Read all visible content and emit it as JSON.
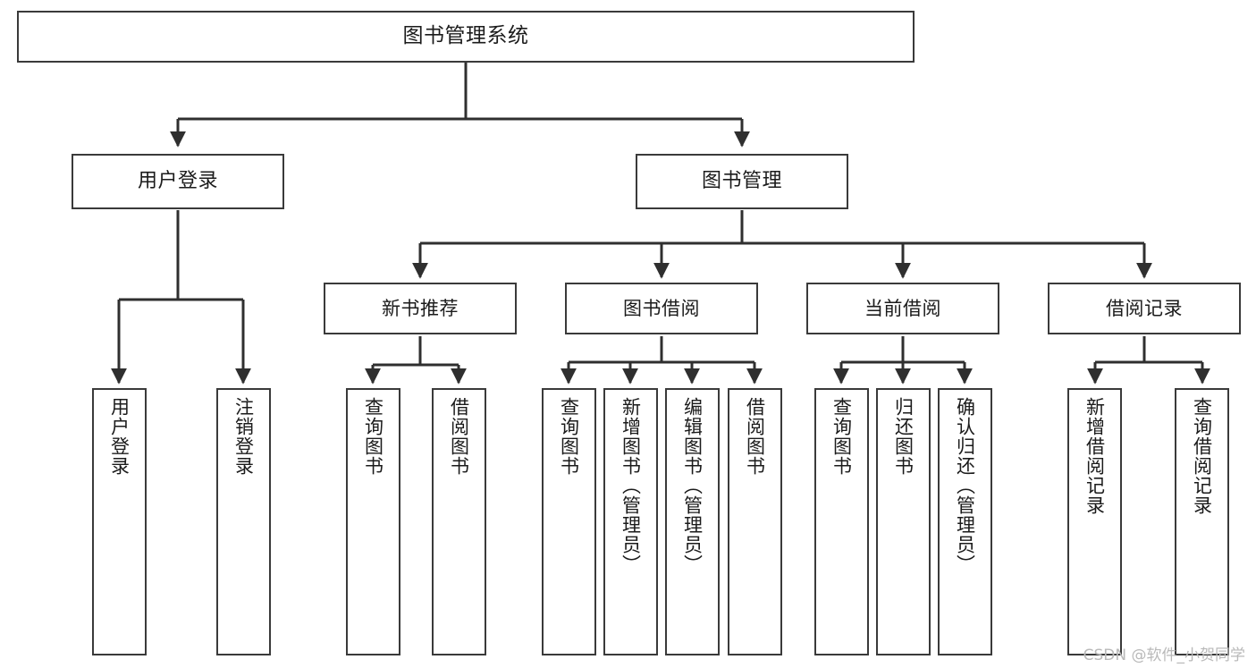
{
  "diagram": {
    "title": "图书管理系统",
    "type": "tree-hierarchy-diagram",
    "colors": {
      "box_border": "#3a3a3a",
      "box_fill": "#ffffff",
      "connector": "#2f2f2f",
      "text": "#1b1b1b",
      "watermark": "#b9b9b9",
      "background": "#ffffff"
    },
    "watermark": "CSDN @软件_小贺同学",
    "nodes": {
      "root": {
        "label": "图书管理系统"
      },
      "level1": [
        {
          "label": "用户登录"
        },
        {
          "label": "图书管理"
        }
      ],
      "level2": [
        {
          "label": "新书推荐"
        },
        {
          "label": "图书借阅"
        },
        {
          "label": "当前借阅"
        },
        {
          "label": "借阅记录"
        }
      ],
      "leaves": {
        "user_login": [
          {
            "label": "用户登录"
          },
          {
            "label": "注销登录"
          }
        ],
        "new_book_recommend": [
          {
            "label": "查询图书"
          },
          {
            "label": "借阅图书"
          }
        ],
        "book_borrow": [
          {
            "label": "查询图书"
          },
          {
            "label": "新增图书（管理员）"
          },
          {
            "label": "编辑图书（管理员）"
          },
          {
            "label": "借阅图书"
          }
        ],
        "current_borrow": [
          {
            "label": "查询图书"
          },
          {
            "label": "归还图书"
          },
          {
            "label": "确认归还（管理员）"
          }
        ],
        "borrow_record": [
          {
            "label": "新增借阅记录"
          },
          {
            "label": "查询借阅记录"
          }
        ]
      }
    }
  }
}
